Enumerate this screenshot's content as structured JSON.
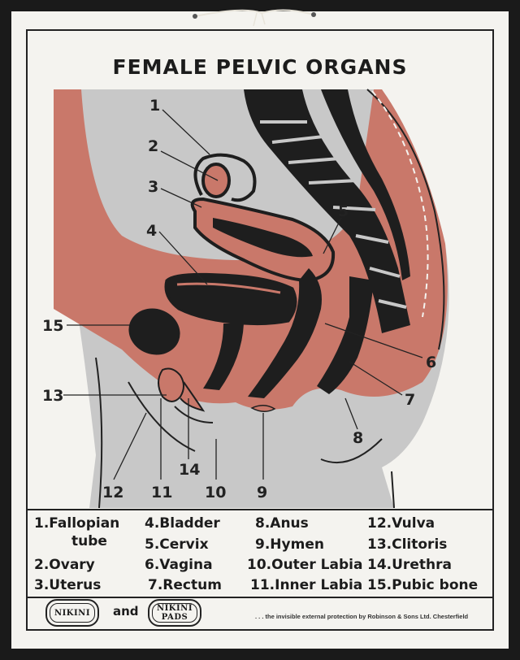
{
  "title": "FEMALE PELVIC ORGANS",
  "callouts": [
    "1",
    "2",
    "3",
    "4",
    "5",
    "6",
    "7",
    "8",
    "9",
    "10",
    "11",
    "12",
    "13",
    "14",
    "15"
  ],
  "legend": [
    {
      "number": "1.",
      "name": "Fallopian",
      "name_line2": "tube"
    },
    {
      "number": "2.",
      "name": "Ovary"
    },
    {
      "number": "3.",
      "name": "Uterus"
    },
    {
      "number": "4.",
      "name": "Bladder"
    },
    {
      "number": "5.",
      "name": "Cervix"
    },
    {
      "number": "6.",
      "name": "Vagina"
    },
    {
      "number": "7.",
      "name": "Rectum"
    },
    {
      "number": "8.",
      "name": "Anus"
    },
    {
      "number": "9.",
      "name": "Hymen"
    },
    {
      "number": "10.",
      "name": "Outer Labia"
    },
    {
      "number": "11.",
      "name": "Inner Labia"
    },
    {
      "number": "12.",
      "name": "Vulva"
    },
    {
      "number": "13.",
      "name": "Clitoris"
    },
    {
      "number": "14.",
      "name": "Urethra"
    },
    {
      "number": "15.",
      "name": "Pubic bone"
    }
  ],
  "footer": {
    "brand1_line1": "NIKINI",
    "brand2_line1": "NIKINI",
    "brand2_line2": "PADS",
    "and": "and",
    "tagline": ". . . the invisible external protection by Robinson & Sons Ltd. Chesterfield"
  },
  "colors": {
    "flesh": "#c9786a",
    "tissue_gray": "#c8c8c8",
    "dark": "#1e1e1e",
    "paper": "#f4f3ef"
  }
}
